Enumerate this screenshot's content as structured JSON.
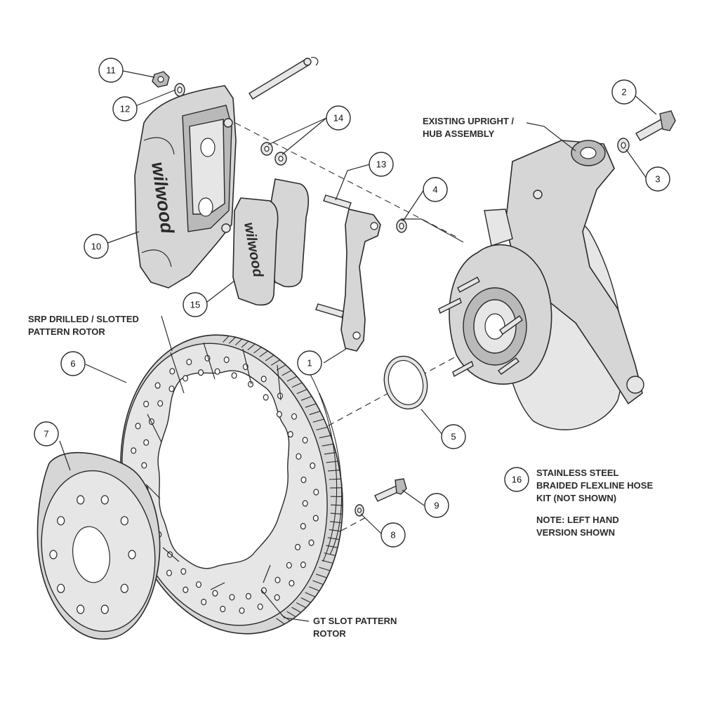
{
  "callouts": {
    "c1": "1",
    "c2": "2",
    "c3": "3",
    "c4": "4",
    "c5": "5",
    "c6": "6",
    "c7": "7",
    "c8": "8",
    "c9": "9",
    "c10": "10",
    "c11": "11",
    "c12": "12",
    "c13": "13",
    "c14": "14",
    "c15": "15",
    "c16": "16"
  },
  "labels": {
    "upright_line1": "EXISTING UPRIGHT /",
    "upright_line2": "HUB ASSEMBLY",
    "srp_line1": "SRP DRILLED / SLOTTED",
    "srp_line2": "PATTERN ROTOR",
    "gt_line1": "GT SLOT PATTERN",
    "gt_line2": "ROTOR",
    "hose_line1": "STAINLESS STEEL",
    "hose_line2": "BRAIDED FLEXLINE HOSE",
    "hose_line3": "KIT (NOT SHOWN)",
    "note_line1": "NOTE: LEFT HAND",
    "note_line2": "VERSION SHOWN"
  },
  "brand": {
    "caliper_logo": "wilwood",
    "pad_logo": "wilwood"
  },
  "colors": {
    "part_fill": "#d6d6d6",
    "line": "#2a2a2a",
    "background": "#ffffff"
  }
}
